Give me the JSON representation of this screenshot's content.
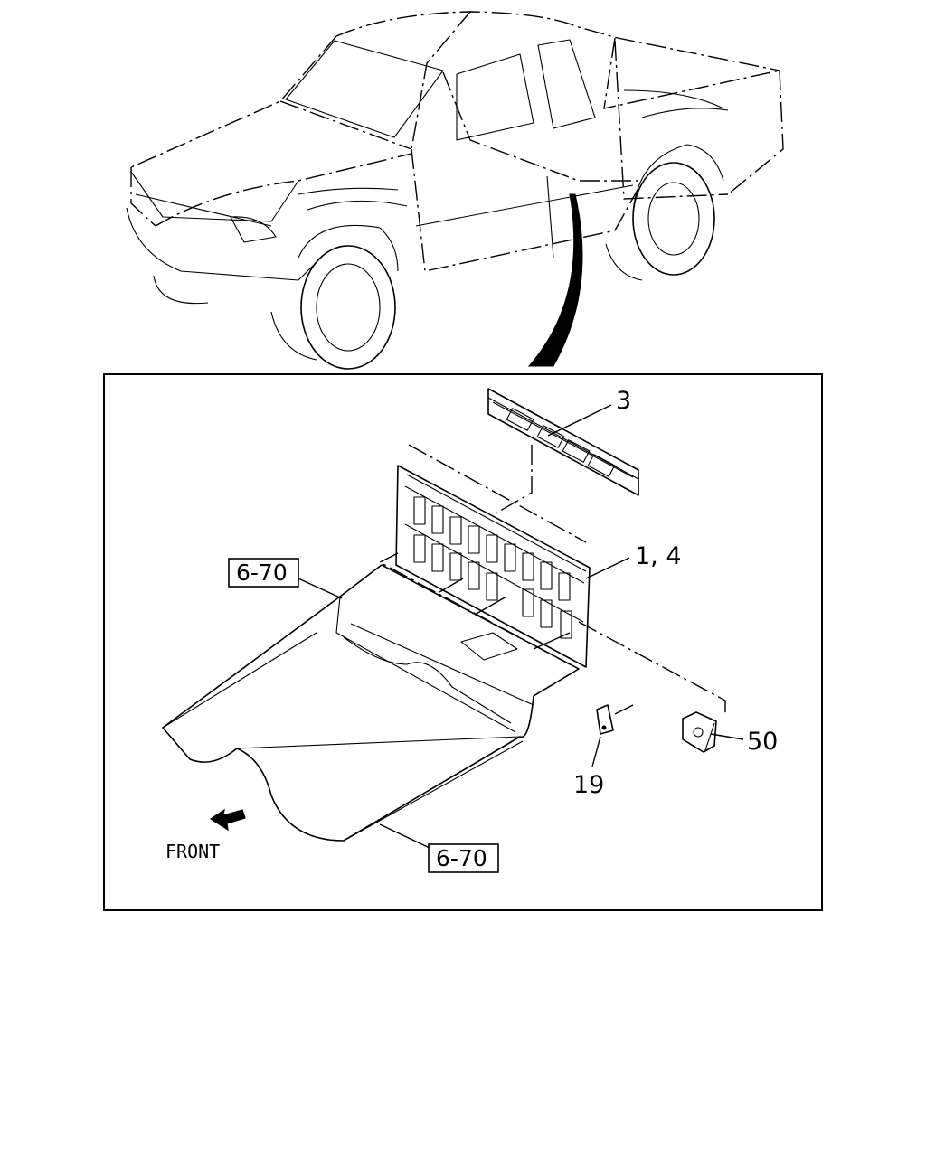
{
  "callouts": {
    "part_3": "3",
    "part_1_4": "1, 4",
    "part_50": "50",
    "part_19": "19"
  },
  "references": {
    "upper": "6-70",
    "lower": "6-70"
  },
  "front_label": "FRONT"
}
